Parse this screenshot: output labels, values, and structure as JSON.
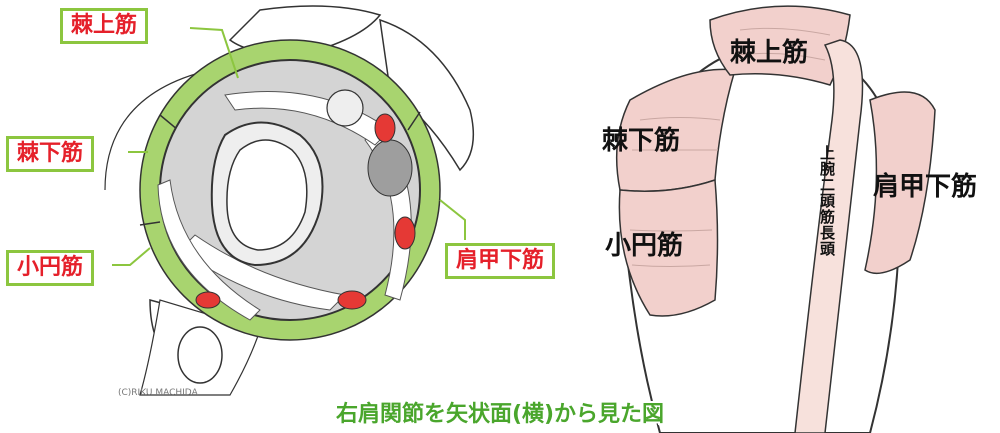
{
  "left_labels": {
    "supraspinatus": "棘上筋",
    "infraspinatus": "棘下筋",
    "teres_minor": "小円筋",
    "subscapularis": "肩甲下筋"
  },
  "right_labels": {
    "supraspinatus": "棘上筋",
    "infraspinatus": "棘下筋",
    "teres_minor": "小円筋",
    "subscapularis": "肩甲下筋",
    "biceps_long_head": "上腕二頭筋長頭"
  },
  "credit": "(C)RIKU MACHIDA",
  "caption": "右肩関節を矢状面(横)から見た図",
  "colors": {
    "label_border": "#8cc63f",
    "label_text": "#e5202a",
    "muscle_green": "#a8d46f",
    "muscle_pink": "#f2d0cc",
    "caption_green": "#4aa62c",
    "attachment_red": "#e53935"
  }
}
